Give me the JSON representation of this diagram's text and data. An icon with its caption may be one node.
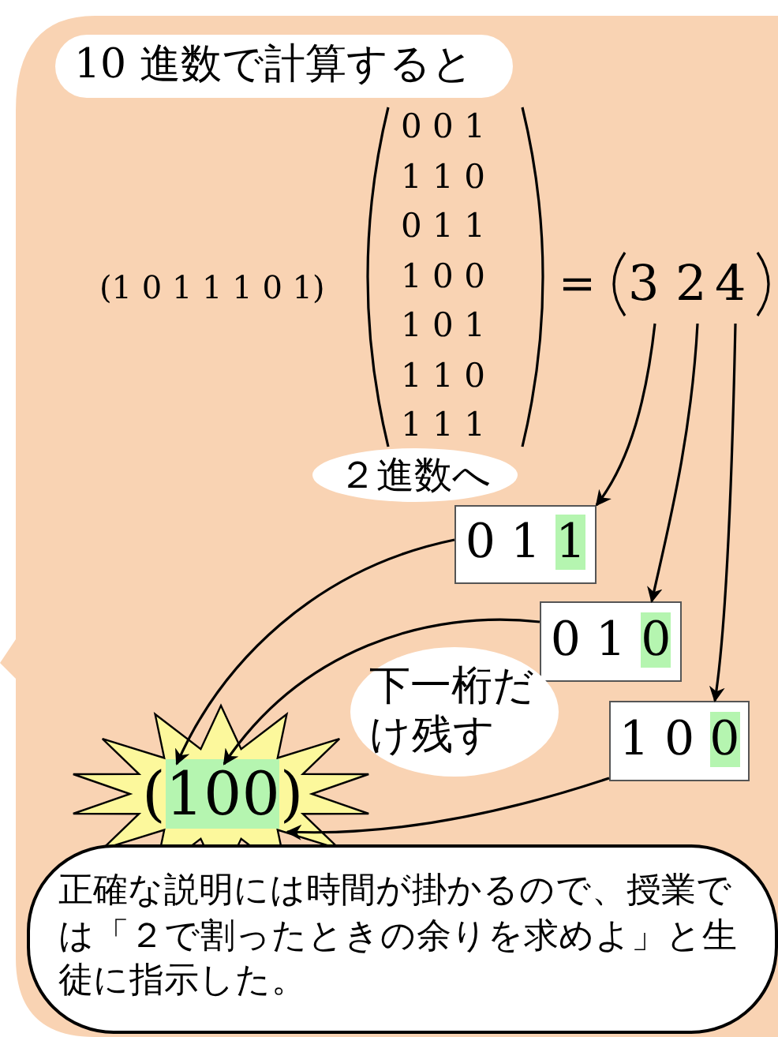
{
  "diagram": {
    "nodes": [
      {
        "text": [],
        "shape": "box"
      },
      {
        "text": [
          "10 進数で計算すると"
        ],
        "in": 0
      },
      {
        "text": [
          "3"
        ],
        "in": 0
      },
      {
        "text": [
          "2"
        ],
        "in": 0
      },
      {
        "text": [
          "4"
        ],
        "in": 0
      },
      {
        "text": [
          "２進数へ"
        ],
        "in": 0
      },
      {
        "text": [
          "0 1 1"
        ],
        "in": 0
      },
      {
        "text": [
          "0 1 0"
        ],
        "in": 0
      },
      {
        "text": [
          "1 0 0"
        ],
        "in": 0
      },
      {
        "text": [
          "(100)"
        ],
        "in": 0
      },
      {
        "text": [
          "下一桁だけ残す"
        ],
        "in": 0
      },
      {
        "text": [
          "正確な説明には時間が掛かるので、授業では「２で割ったときの余りを求めよ」と生徒に指示した。"
        ],
        "in": 0
      }
    ],
    "edges": [
      {
        "from": 2,
        "to": 6,
        "arrow": "to"
      },
      {
        "from": 3,
        "to": 7,
        "arrow": "to"
      },
      {
        "from": 4,
        "to": 8,
        "arrow": "to"
      },
      {
        "from": 6,
        "to": 9,
        "arrow": "to"
      },
      {
        "from": 7,
        "to": 9,
        "arrow": "to"
      },
      {
        "from": 8,
        "to": 9,
        "arrow": "to"
      }
    ],
    "labels": [
      "(1 0 1 1 1 0 1)",
      "0 0 1",
      "1 1 0",
      "0 1 1",
      "1 0 0",
      "1 0 1",
      "1 1 0",
      "1 1 1",
      "="
    ]
  }
}
